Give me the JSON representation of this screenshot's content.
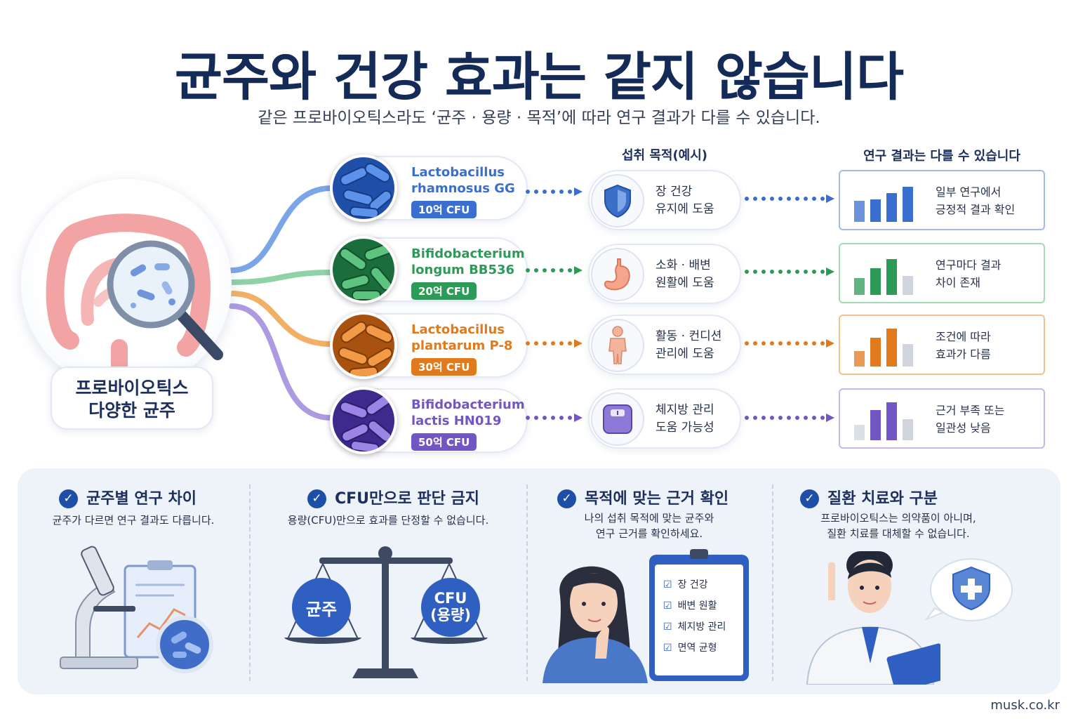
{
  "header": {
    "title": "균주와 건강 효과는 같지 않습니다",
    "subtitle": "같은 프로바이오틱스라도 ‘균주 · 용량 · 목적’에 따라 연구 결과가 다를 수 있습니다."
  },
  "hero": {
    "label_line1": "프로바이오틱스",
    "label_line2": "다양한 균주"
  },
  "columns": {
    "purpose_head": "섭취 목적(예시)",
    "result_head": "연구 결과는 다를 수 있습니다"
  },
  "rows": [
    {
      "strain_line1": "Lactobacillus",
      "strain_line2": "rhamnosus GG",
      "cfu": "10억 CFU",
      "color": "#3a6fcf",
      "purpose_line1": "장 건강",
      "purpose_line2": "유지에 도움",
      "purpose_icon": "shield-icon",
      "result_line1": "일부 연구에서",
      "result_line2": "긍정적 결과 확인",
      "bar_levels": [
        0.55,
        0.6,
        0.75,
        0.92
      ]
    },
    {
      "strain_line1": "Bifidobacterium",
      "strain_line2": "longum BB536",
      "cfu": "20억 CFU",
      "color": "#2e9a58",
      "purpose_line1": "소화 · 배변",
      "purpose_line2": "원활에 도움",
      "purpose_icon": "stomach-icon",
      "result_line1": "연구마다 결과",
      "result_line2": "차이 존재",
      "bar_levels": [
        0.45,
        0.7,
        0.95,
        0.5
      ]
    },
    {
      "strain_line1": "Lactobacillus",
      "strain_line2": "plantarum P-8",
      "cfu": "30억 CFU",
      "color": "#e07a1c",
      "purpose_line1": "활동 · 컨디션",
      "purpose_line2": "관리에 도움",
      "purpose_icon": "body-icon",
      "result_line1": "조건에 따라",
      "result_line2": "효과가 다름",
      "bar_levels": [
        0.4,
        0.75,
        1.0,
        0.6
      ]
    },
    {
      "strain_line1": "Bifidobacterium",
      "strain_line2": "lactis HN019",
      "cfu": "50억 CFU",
      "color": "#7256c4",
      "purpose_line1": "체지방 관리",
      "purpose_line2": "도움 가능성",
      "purpose_icon": "scale-icon",
      "result_line1": "근거 부족 또는",
      "result_line2": "일관성 낮음",
      "bar_levels": [
        0.4,
        0.8,
        1.0,
        0.55
      ]
    }
  ],
  "bottom": [
    {
      "title": "균주별 연구 차이",
      "desc_line1": "균주가 다르면 연구 결과도 다릅니다.",
      "desc_line2": "",
      "icon": "microscope-icon"
    },
    {
      "title": "CFU만으로 판단 금지",
      "desc_line1": "용량(CFU)만으로 효과를 단정할 수 없습니다.",
      "desc_line2": "",
      "icon": "balance-scale-icon",
      "left_pan": "균주",
      "right_pan_line1": "CFU",
      "right_pan_line2": "(용량)"
    },
    {
      "title": "목적에 맞는 근거 확인",
      "desc_line1": "나의 섭취 목적에 맞는 균주와",
      "desc_line2": "연구 근거를 확인하세요.",
      "icon": "checklist-icon",
      "checklist": [
        "장 건강",
        "배변 원활",
        "체지방 관리",
        "면역 균형"
      ]
    },
    {
      "title": "질환 치료와 구분",
      "desc_line1": "프로바이오틱스는 의약품이 아니며,",
      "desc_line2": "질환 치료를 대체할 수 없습니다.",
      "icon": "doctor-icon"
    }
  ],
  "footer": {
    "site": "musk.co.kr"
  }
}
